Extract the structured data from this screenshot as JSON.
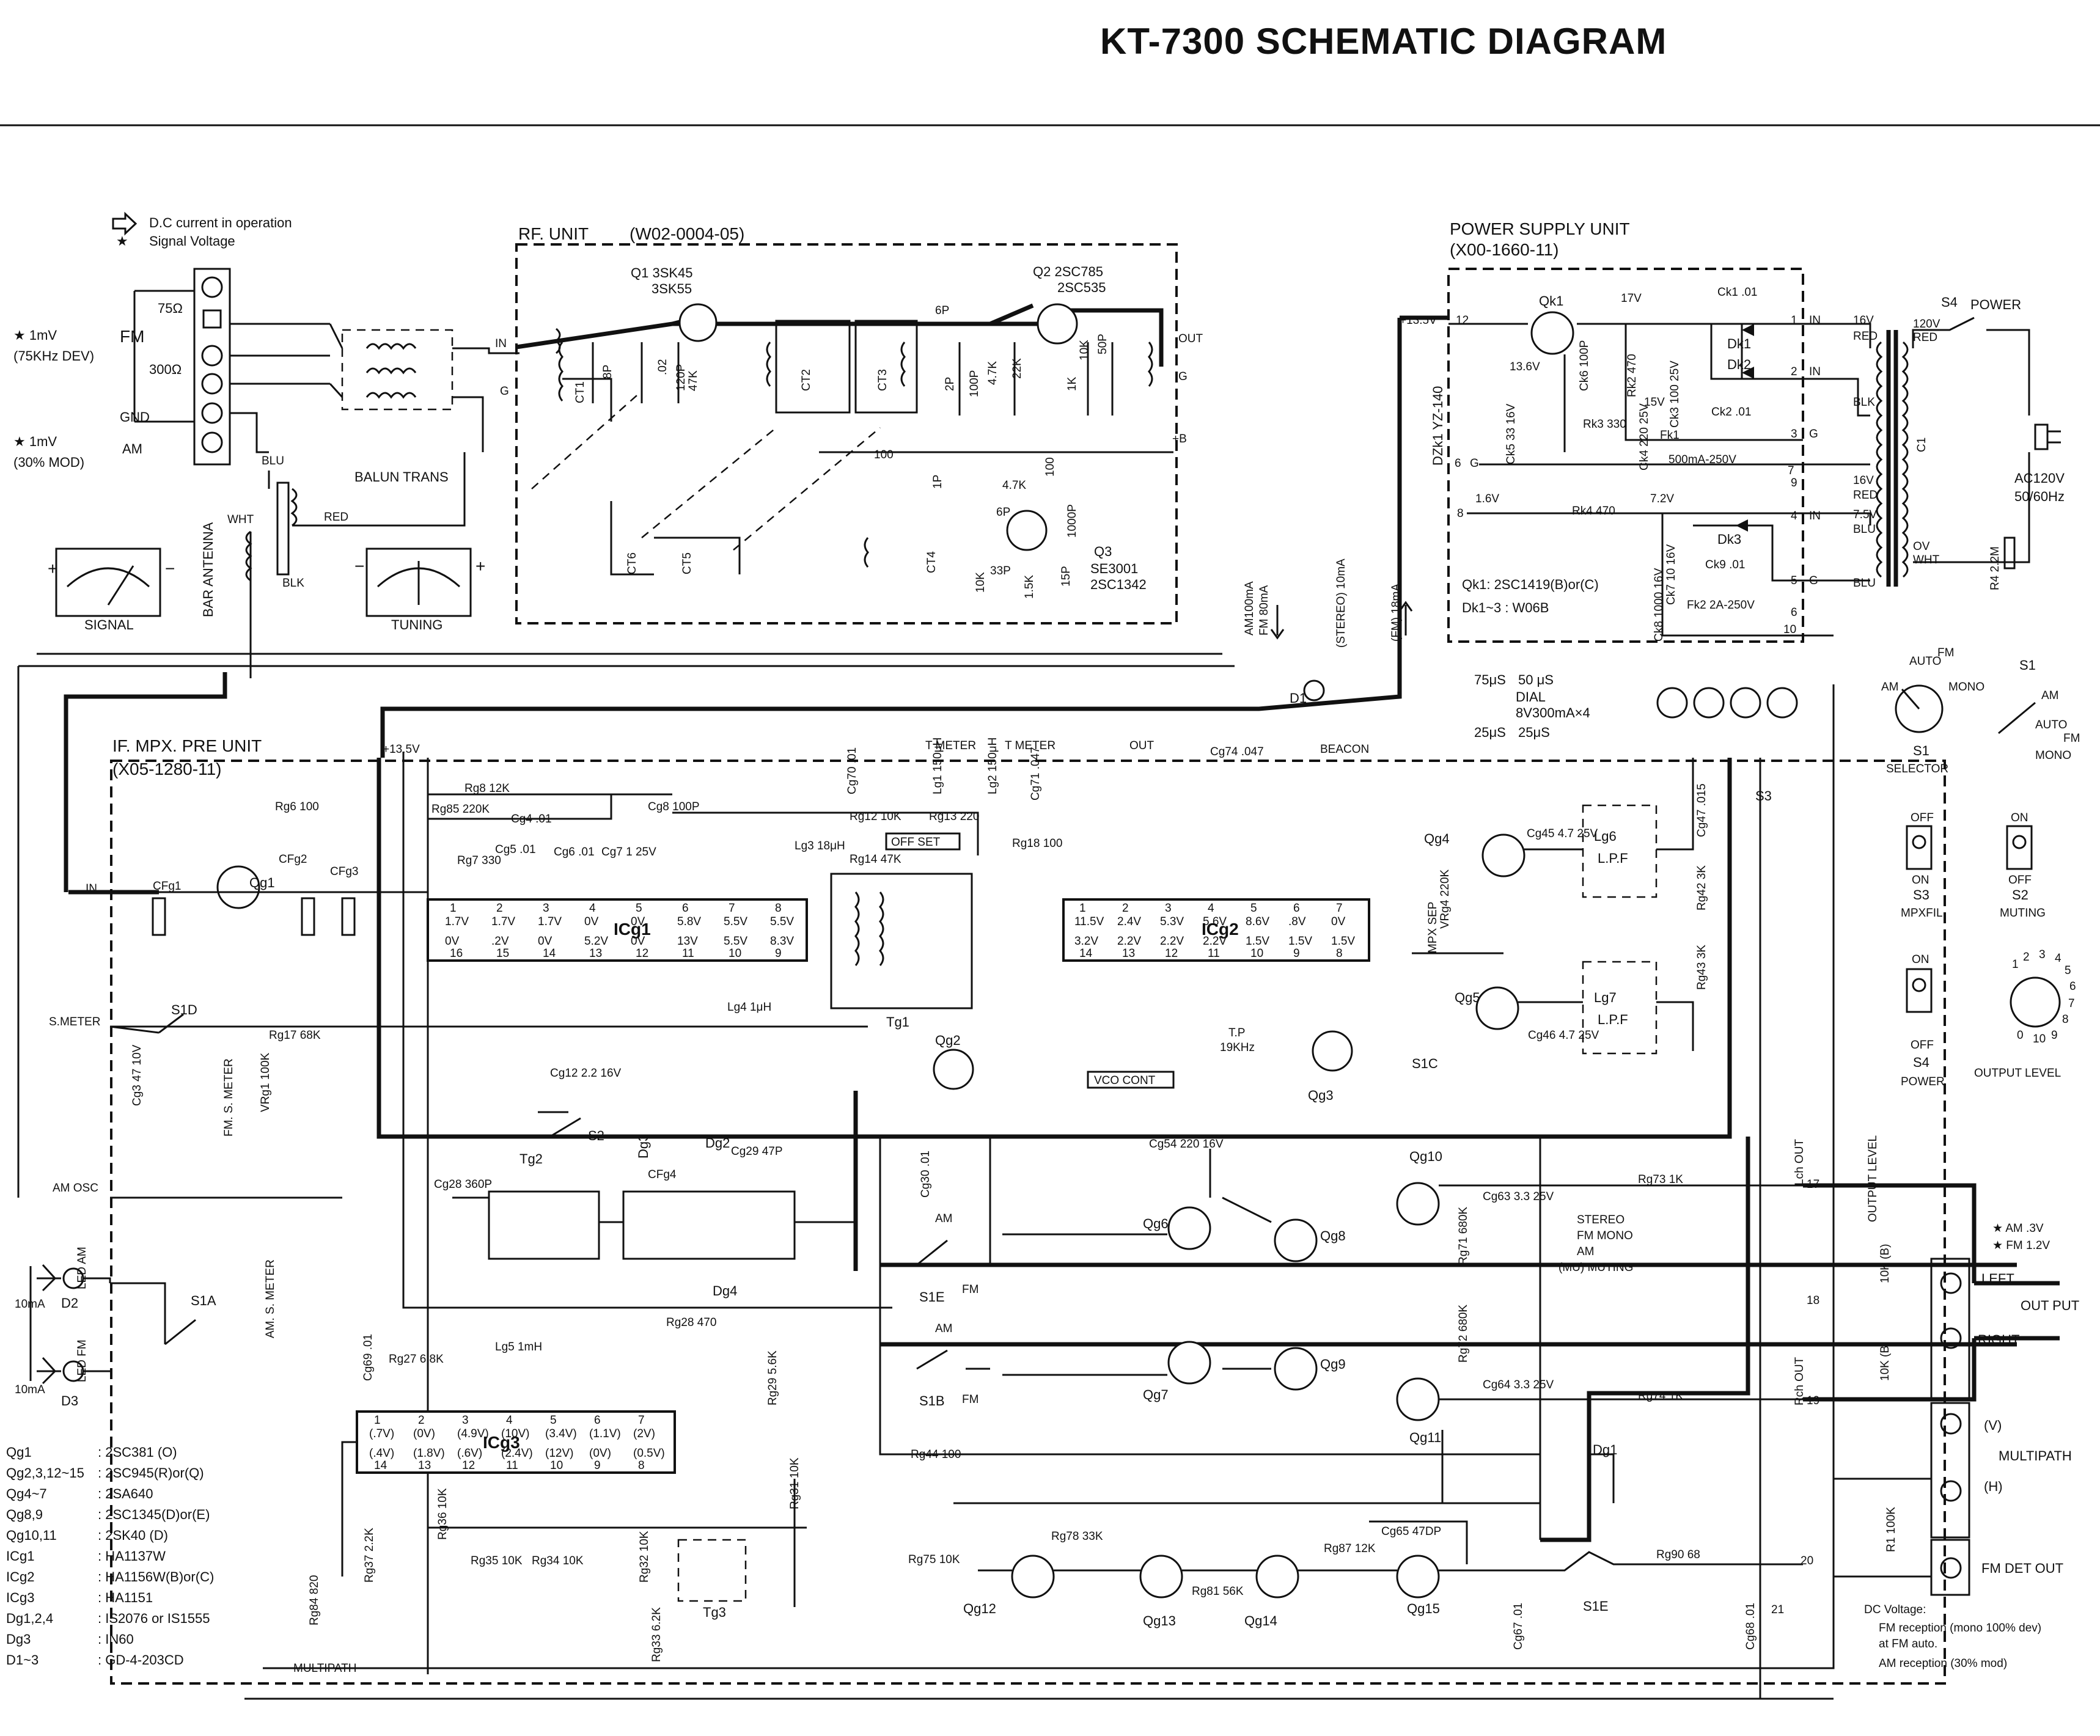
{
  "title": "KT-7300 SCHEMATIC DIAGRAM",
  "legend": {
    "dc_current": "D.C current in operation",
    "signal_voltage": "Signal Voltage"
  },
  "units": {
    "rf": {
      "name": "RF. UNIT",
      "code": "(W02-0004-05)"
    },
    "power": {
      "name": "POWER SUPPLY UNIT",
      "code": "(X00-1660-11)"
    },
    "if": {
      "name": "IF. MPX. PRE UNIT",
      "code": "(X05-1280-11)"
    }
  },
  "antenna": {
    "terms": [
      "75Ω",
      "300Ω"
    ],
    "fm": "FM",
    "gnd": "GND",
    "am": "AM",
    "fm_level": "★ 1mV",
    "fm_level2": "(75KHz DEV)",
    "am_level": "★ 1mV",
    "am_level2": "(30% MOD)",
    "balun": "BALUN TRANS",
    "bar": "BAR ANTENNA",
    "wires": [
      "BLU",
      "WHT",
      "RED",
      "BLK"
    ]
  },
  "meters": {
    "signal": "SIGNAL",
    "tuning": "TUNING"
  },
  "rf_parts": {
    "q1": "Q1  3SK45",
    "q1b": "3SK55",
    "q2": "Q2  2SC785",
    "q2b": "2SC535",
    "q3": "Q3",
    "q3a": "SE3001",
    "q3b": "2SC1342",
    "labels": [
      "IN",
      "G",
      "OUT",
      "G",
      "+B",
      "CT1",
      "CT2",
      "CT3",
      "CT4",
      "CT5",
      "CT6",
      "6P",
      "6P",
      "100",
      "4.7K",
      "1000P",
      "33P",
      "15P",
      "10K",
      "1.5K",
      "100",
      "8P",
      ".02",
      "120P",
      "47K",
      "1K",
      "10K",
      "22K",
      "50P",
      "1P",
      "2P",
      "100P",
      "4.7K"
    ]
  },
  "power_parts": {
    "qk1": "Qk1",
    "dzk1": "DZk1 YZ-140",
    "v17": "17V",
    "v136": "13.6V",
    "v135": "+13.5V",
    "v16": "1.6V",
    "v72": "7.2V",
    "v15": "15V",
    "ck1": "Ck1 .01",
    "ck2": "Ck2 .01",
    "dk1": "Dk1",
    "dk2": "Dk2",
    "dk3": "Dk3",
    "fk1": "Fk1",
    "fk1v": "500mA-250V",
    "fk2": "Fk2  2A-250V",
    "rk4": "Rk4  470",
    "rk3": "Rk3 330",
    "rk2": "Rk2 470",
    "ck5": "Ck5 33 16V",
    "ck6": "Ck6 100P",
    "ck4": "Ck4 220 25V",
    "ck3": "Ck3 100 25V",
    "ck7": "Ck7 10 16V",
    "ck8": "Ck8 1000 16V",
    "ck9": "Ck9 .01",
    "note1": "Qk1: 2SC1419(B)or(C)",
    "note2": "Dk1~3 : W06B",
    "pins": [
      "12",
      "1",
      "IN",
      "2",
      "IN",
      "3",
      "G",
      "6",
      "G",
      "8",
      "4",
      "IN",
      "5",
      "G",
      "6",
      "9",
      "7",
      "10"
    ]
  },
  "transformer": {
    "v16a": "16V",
    "red1": "RED",
    "blk": "BLK",
    "v16b": "16V",
    "red2": "RED",
    "v75": "7.5V",
    "blu1": "BLU",
    "blu2": "BLU",
    "c1": "C1",
    "v120": "120V",
    "red": "RED",
    "ov": "OV",
    "wht": "WHT"
  },
  "ac": {
    "s4": "S4",
    "power": "POWER",
    "ac": "AC120V",
    "hz": "50/60Hz",
    "r4": "R4 2.2M"
  },
  "dial": {
    "t75": "75μS",
    "t50": "50 μS",
    "t25a": "25μS",
    "t25b": "25μS",
    "lamp": "DIAL",
    "lamp2": "8V300mA×4",
    "am": "AM100mA",
    "fm": "FM 80mA",
    "stereo": "(STEREO) 10mA",
    "fm2": "(FM) 18mA",
    "d1": "D1"
  },
  "front": {
    "s1": "S1",
    "selector": "S1",
    "selector2": "SELECTOR",
    "auto": "AUTO",
    "fm": "FM",
    "am": "AM",
    "mono": "MONO",
    "s1am": "AM",
    "s1auto": "AUTO",
    "s1fm": "FM",
    "s1mono": "MONO",
    "s3": "S3",
    "s3b": "MPXFIL",
    "s2": "S2",
    "s2b": "MUTING",
    "s4": "S4",
    "s4b": "POWER",
    "output_level": "OUTPUT LEVEL",
    "off": "OFF",
    "on": "ON",
    "knob": [
      "1",
      "2",
      "3",
      "4",
      "5",
      "6",
      "7",
      "8",
      "9",
      "10",
      "0"
    ]
  },
  "if_parts": {
    "v135": "+13.5V",
    "in": "IN",
    "smeter": "S.METER",
    "amosc": "AM OSC",
    "s1d": "S1D",
    "rg17": "Rg17 68K",
    "fmsm": "FM. S. METER",
    "amsm": "AM. S. METER",
    "vrg1": "VRg1 100K",
    "cg3": "Cg3 47 10V",
    "cfg1": "CFg1",
    "cfg2": "CFg2",
    "cfg3": "CFg3",
    "qg1": "Qg1",
    "rg8": "Rg8 12K",
    "rg85": "Rg85 220K",
    "rg6": "Rg6 100",
    "rg7": "Rg7 330",
    "cg4": "Cg4 .01",
    "cg5": "Cg5 .01",
    "cg6": "Cg6 .01",
    "cg7": "Cg7 1 25V",
    "cg8": "Cg8 100P",
    "cg12": "Cg12 2.2 16V",
    "tmeter1": "T METER",
    "tmeter2": "T METER",
    "cg70": "Cg70 .01",
    "lg1": "Lg1 150μH",
    "lg2": "Lg2 150μH",
    "cg71": "Cg71 .047",
    "rg12": "Rg12 10K",
    "rg13": "Rg13 220",
    "rg14": "Rg14 47K",
    "offset": "OFF SET",
    "lg3": "Lg3 18μH",
    "rg18": "Rg18 100",
    "lg4": "Lg4 1μH",
    "icg1": "ICg1",
    "icg2": "ICg2",
    "icg3": "ICg3",
    "tg1": "Tg1",
    "tg2": "Tg2",
    "tg3": "Tg3",
    "out": "OUT",
    "cg74": "Cg74 .047",
    "beacon": "BEACON",
    "qg2": "Qg2",
    "qg3": "Qg3",
    "qg4": "Qg4",
    "qg5": "Qg5",
    "vco": "VCO CONT",
    "tp": "T.P",
    "tp2": "19KHz",
    "s1c": "S1C",
    "mpxsep": "MPX SEP",
    "lg6": "Lg6",
    "lg7": "Lg7",
    "lpf": "L.P.F",
    "s3": "S3",
    "cg45": "Cg45 4.7 25V",
    "cg46": "Cg46 4.7 25V",
    "cg47": "Cg47 .015",
    "rg42": "Rg42 3K",
    "rg43": "Rg43 3K",
    "vrg4": "VRg4 220K",
    "cg28": "Cg28 360P",
    "cfg4": "CFg4",
    "cg29": "Cg29 47P",
    "dg2": "Dg2",
    "dg3": "Dg3",
    "dg4": "Dg4",
    "s2": "S2",
    "rg28": "Rg28 470",
    "lg5": "Lg5 1mH",
    "rg27": "Rg27 6.8K",
    "cg69": "Cg69 .01",
    "s1a": "S1A",
    "led_am": "LED AM",
    "led_fm": "LED FM",
    "d2": "D2",
    "d3": "D3",
    "i10a": "10mA",
    "i10b": "10mA",
    "multipath": "MULTIPATH",
    "rg84": "Rg84 820",
    "rg37": "Rg37 2.2K",
    "rg36": "Rg36 10K",
    "rg35": "Rg35 10K",
    "rg34": "Rg34 10K",
    "rg32": "Rg32 10K",
    "rg33": "Rg33 6.2K",
    "rg29": "Rg29 5.6K",
    "rg31": "Rg31 10K"
  },
  "icg1_pins_top": [
    [
      "1",
      "1.7V"
    ],
    [
      "2",
      "1.7V"
    ],
    [
      "3",
      "1.7V"
    ],
    [
      "4",
      "0V"
    ],
    [
      "5",
      "0V"
    ],
    [
      "6",
      "5.8V"
    ],
    [
      "7",
      "5.5V"
    ],
    [
      "8",
      "5.5V"
    ]
  ],
  "icg1_pins_bot": [
    [
      "16",
      "0V"
    ],
    [
      "15",
      ".2V"
    ],
    [
      "14",
      "0V"
    ],
    [
      "13",
      "5.2V"
    ],
    [
      "12",
      "0V"
    ],
    [
      "11",
      "13V"
    ],
    [
      "10",
      "5.5V"
    ],
    [
      "9",
      "8.3V"
    ]
  ],
  "icg2_pins_top": [
    [
      "1",
      "11.5V"
    ],
    [
      "2",
      "2.4V"
    ],
    [
      "3",
      "5.3V"
    ],
    [
      "4",
      "5.6V"
    ],
    [
      "5",
      "8.6V"
    ],
    [
      "6",
      ".8V"
    ],
    [
      "7",
      "0V"
    ]
  ],
  "icg2_pins_bot": [
    [
      "14",
      "3.2V"
    ],
    [
      "13",
      "2.2V"
    ],
    [
      "12",
      "2.2V"
    ],
    [
      "11",
      "2.2V"
    ],
    [
      "10",
      "1.5V"
    ],
    [
      "9",
      "1.5V"
    ],
    [
      "8",
      "1.5V"
    ]
  ],
  "icg3_pins_top": [
    [
      "1",
      "(.7V)"
    ],
    [
      "2",
      "(0V)"
    ],
    [
      "3",
      "(4.9V)"
    ],
    [
      "4",
      "(10V)"
    ],
    [
      "5",
      "(3.4V)"
    ],
    [
      "6",
      "(1.1V)"
    ],
    [
      "7",
      "(2V)"
    ]
  ],
  "icg3_pins_bot": [
    [
      "14",
      "(.4V)"
    ],
    [
      "13",
      "(1.8V)"
    ],
    [
      "12",
      "(.6V)"
    ],
    [
      "11",
      "(2.4V)"
    ],
    [
      "10",
      "(12V)"
    ],
    [
      "9",
      "(0V)"
    ],
    [
      "8",
      "(0.5V)"
    ]
  ],
  "audio": {
    "cg54": "Cg54 220 16V",
    "qg6": "Qg6",
    "qg7": "Qg7",
    "qg8": "Qg8",
    "qg9": "Qg9",
    "qg10": "Qg10",
    "qg11": "Qg11",
    "s1e": "S1E",
    "s1b": "S1B",
    "am": "AM",
    "fm": "FM",
    "cg63": "Cg63 3.3 25V",
    "cg64": "Cg64 3.3 25V",
    "rg73": "Rg73 1K",
    "rg74": "Rg74 1K",
    "rg71": "Rg71 680K",
    "rg72": "Rg72 680K",
    "rg44": "Rg44 100",
    "cg30": "Cg30 .01",
    "stereo_key": "STEREO",
    "fmmono_key": "FM MONO",
    "am_key": "AM",
    "muting_key": "(MU) MUTING",
    "lch": "Lch OUT",
    "rch": "Rch OUT",
    "p17": "17",
    "p18": "18",
    "p19": "19"
  },
  "outputs": {
    "level": "OUTPUT LEVEL",
    "am": "★ AM  .3V",
    "fm": "★ FM  1.2V",
    "left": "LEFT",
    "outp": "OUT PUT",
    "right": "RIGHT",
    "v": "(V)",
    "mp": "MULTIPATH",
    "h": "(H)",
    "fmdet": "FM DET OUT",
    "r1": "R1 100K",
    "r10kb1": "10K (B)",
    "r10kb2": "10K (B)",
    "dcv": "DC Voltage:",
    "dcv1": "FM reception (mono 100% dev)",
    "dcv2": "at FM auto.",
    "dcv3": "AM reception (30% mod)"
  },
  "bottom": {
    "qg12": "Qg12",
    "qg13": "Qg13",
    "qg14": "Qg14",
    "qg15": "Qg15",
    "rg75": "Rg75 10K",
    "rg78": "Rg78 33K",
    "rg81": "Rg81 56K",
    "rg87": "Rg87 12K",
    "rg90": "Rg90 68",
    "cg65": "Cg65 47DP",
    "s1e": "S1E",
    "dg1": "Dg1",
    "p20": "20",
    "p21": "21",
    "cg68": "Cg68 .01",
    "cg67": "Cg67 .01"
  },
  "semis": [
    [
      "Qg1",
      ": 2SC381 (O)"
    ],
    [
      "Qg2,3,12~15",
      ": 2SC945(R)or(Q)"
    ],
    [
      "Qg4~7",
      ": 2SA640"
    ],
    [
      "Qg8,9",
      ": 2SC1345(D)or(E)"
    ],
    [
      "Qg10,11",
      ": 2SK40 (D)"
    ],
    [
      "ICg1",
      ": HA1137W"
    ],
    [
      "ICg2",
      ": HA1156W(B)or(C)"
    ],
    [
      "ICg3",
      ": HA1151"
    ],
    [
      "Dg1,2,4",
      ": IS2076 or IS1555"
    ],
    [
      "Dg3",
      ": IN60"
    ],
    [
      "D1~3",
      ": GD-4-203CD"
    ]
  ]
}
